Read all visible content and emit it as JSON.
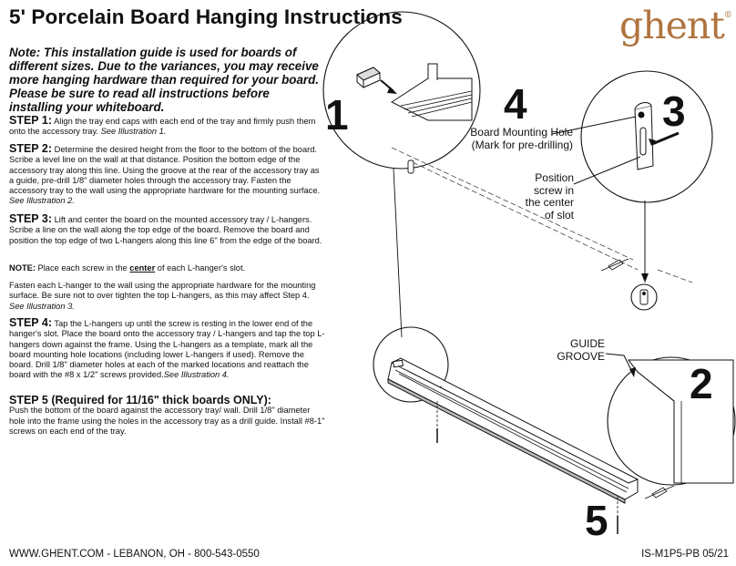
{
  "title": "5' Porcelain Board Hanging Instructions",
  "logo": {
    "text": "ghent",
    "mark": "®",
    "color": "#b0743e"
  },
  "note": "Note: This installation guide is used for boards of different sizes. Due to the variances, you may receive more hanging hardware than required for your board. Please be sure to read all instructions before installing your whiteboard.",
  "steps": [
    {
      "heading": "STEP 1:",
      "text": " Align the tray end caps with each end of the tray and firmly push them onto the accessory tray. ",
      "ref": "See Illustration 1."
    },
    {
      "heading": "STEP 2:",
      "text": " Determine the desired height from the floor to the bottom of the board. Scribe a level line on the wall at that distance. Position the bottom edge of the accessory tray along this line. Using the groove at the rear of the accessory tray as a guide, pre-drill 1/8\" diameter holes through the accessory tray. Fasten the accessory tray to the wall using the appropriate hardware for the mounting surface. ",
      "ref": "See Illustration 2."
    },
    {
      "heading": "STEP 3:",
      "text": " Lift and center the board on the mounted accessory tray / L-hangers. Scribe a line on the wall along the top edge of the board. Remove the board and position the top edge of two L-hangers along this line 6\" from the edge of the board."
    },
    {
      "note_prefix": "NOTE:",
      "note_text_1": " Place each screw in the ",
      "note_emphasis": "center",
      "note_text_2": " of each L-hanger's slot."
    },
    {
      "text": "Fasten each L-hanger to the wall using the appropriate hardware for the mounting surface. Be sure not to over tighten the top L-hangers, as this may affect Step 4. ",
      "ref": "See Illustration 3."
    },
    {
      "heading": "STEP 4:",
      "text": " Tap the L-hangers up until the screw is resting in the lower end of the hanger's slot. Place the board onto the accessory tray / L-hangers and tap the top L-hangers down against the frame. Using the L-hangers as a template, mark all the board mounting hole locations (including lower L-hangers if used). Remove the board. Drill 1/8\" diameter holes at each of the marked locations and reattach the board with the #8 x 1/2\" screws provided.",
      "ref": "See Illustration 4."
    },
    {
      "heading": "STEP 5 (Required for 11/16\" thick boards ONLY):",
      "text": "Push the bottom of the board against the accessory tray/ wall. Drill 1/8\" diameter hole into the frame using the holes in the accessory tray as a drill guide. Install #8-1\" screws on each end of the tray."
    }
  ],
  "illustrations": {
    "num_1": "1",
    "num_2": "2",
    "num_3": "3",
    "num_4": "4",
    "num_5": "5",
    "board_mounting_hole_1": "Board Mounting Hole",
    "board_mounting_hole_2": "(Mark for pre-drilling)",
    "position_1": "Position",
    "position_2": "screw in",
    "position_3": "the center",
    "position_4": "of slot",
    "guide_1": "GUIDE",
    "guide_2": "GROOVE"
  },
  "footer": {
    "contact": "WWW.GHENT.COM - LEBANON, OH - 800-543-0550",
    "doc_id": "IS-M1P5-PB 05/21"
  }
}
